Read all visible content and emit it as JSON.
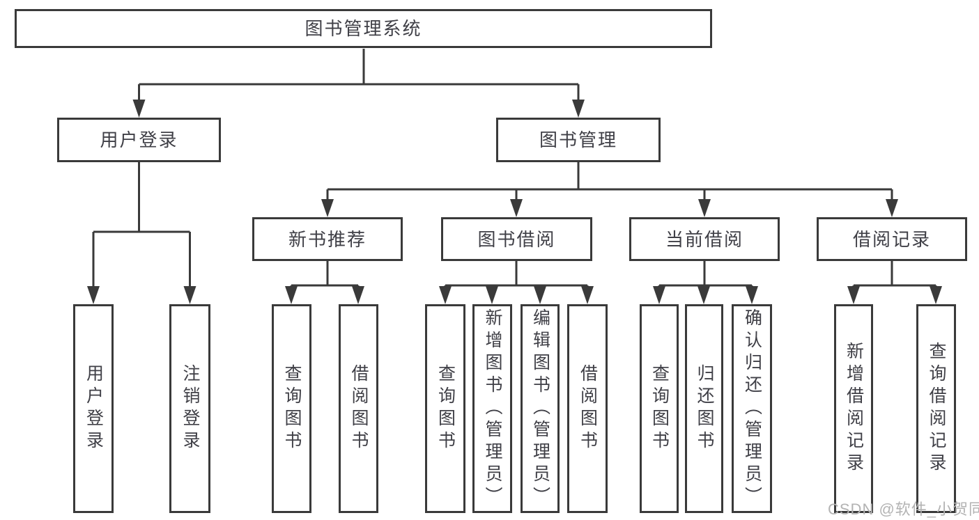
{
  "colors": {
    "line": "#3a3a3a",
    "box_border": "#3a3a3a",
    "box_fill": "#ffffff",
    "label_text": "#3f3f46",
    "watermark_text": "#b3b3b3",
    "page_background": "#ffffff"
  },
  "diagram": {
    "root": {
      "label": "图书管理系统"
    },
    "level2": {
      "user_login": {
        "label": "用户登录"
      },
      "book_management": {
        "label": "图书管理"
      }
    },
    "level3": {
      "new_book_recommend": {
        "label": "新书推荐"
      },
      "book_borrowing": {
        "label": "图书借阅"
      },
      "current_borrowing": {
        "label": "当前借阅"
      },
      "borrowing_records": {
        "label": "借阅记录"
      }
    },
    "leaves": {
      "user_login": [
        "用户登录",
        "注销登录"
      ],
      "new_book_recommend": [
        "查询图书",
        "借阅图书"
      ],
      "book_borrowing": [
        "查询图书",
        "新增图书（管理员）",
        "编辑图书（管理员）",
        "借阅图书"
      ],
      "current_borrowing": [
        "查询图书",
        "归还图书",
        "确认归还（管理员）"
      ],
      "borrowing_records": [
        "新增借阅记录",
        "查询借阅记录"
      ]
    }
  },
  "watermark": {
    "text": "CSDN @软件_小贺同学"
  }
}
